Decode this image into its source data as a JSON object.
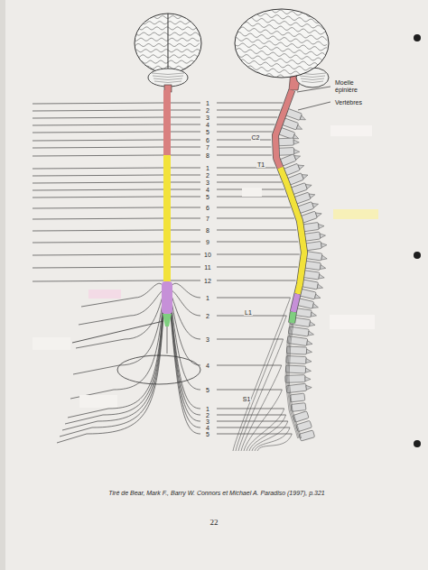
{
  "diagram": {
    "caption": "Tiré de Bear, Mark F., Barry W. Connors et Michael A. Paradiso (1997), p.321",
    "labels": [
      "Moelle épinière",
      "Vertèbres",
      "C2",
      "T1",
      "L1",
      "S1",
      "1",
      "2",
      "3",
      "4",
      "5",
      "6",
      "7",
      "8",
      "1",
      "2",
      "3",
      "4",
      "5",
      "6",
      "7",
      "8",
      "9",
      "10",
      "11",
      "12",
      "1",
      "2",
      "3",
      "4",
      "5",
      "1",
      "2",
      "3",
      "4",
      "5",
      "22"
    ]
  }
}
